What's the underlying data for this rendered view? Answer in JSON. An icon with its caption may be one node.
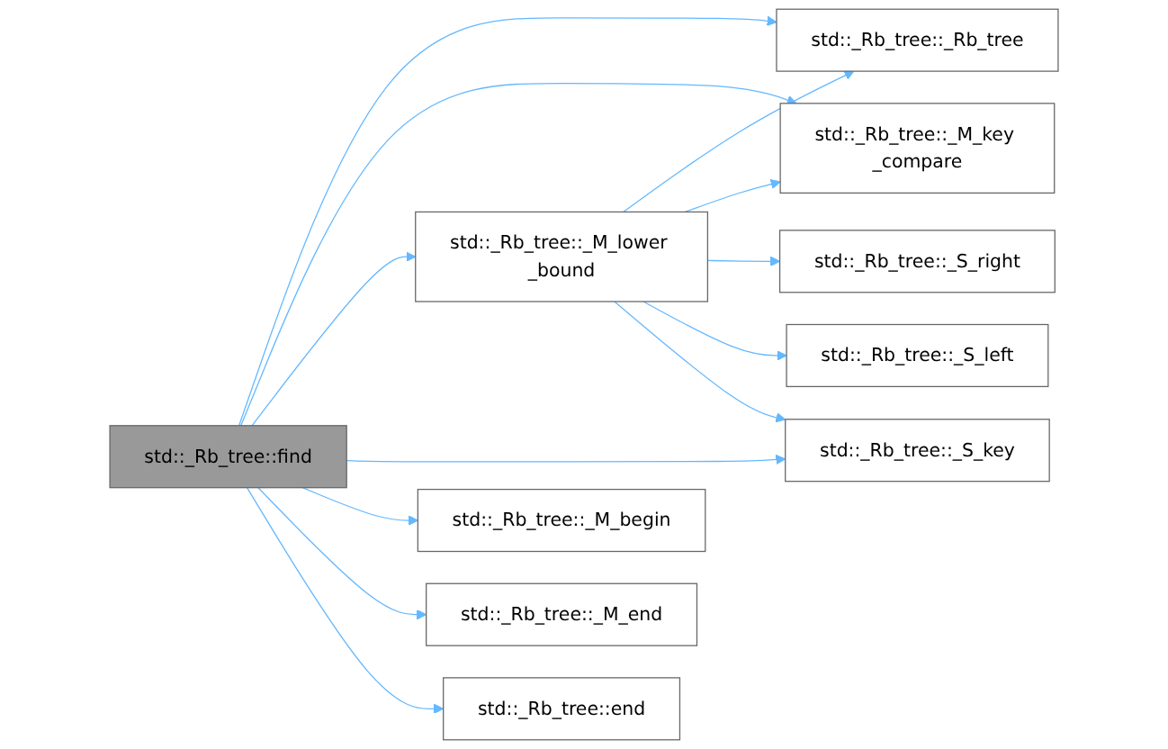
{
  "diagram": {
    "nodes": [
      {
        "text": [
          "std::_Rb_tree::find"
        ]
      },
      {
        "text": [
          "std::_Rb_tree::_M_lower _bound"
        ]
      },
      {
        "text": [
          "std::_Rb_tree::_Rb_tree"
        ]
      },
      {
        "text": [
          "std::_Rb_tree::_M_key _compare"
        ]
      },
      {
        "text": [
          "std::_Rb_tree::_S_right"
        ]
      },
      {
        "text": [
          "std::_Rb_tree::_S_left"
        ]
      },
      {
        "text": [
          "std::_Rb_tree::_S_key"
        ]
      },
      {
        "text": [
          "std::_Rb_tree::_M_begin"
        ]
      },
      {
        "text": [
          "std::_Rb_tree::_M_end"
        ]
      },
      {
        "text": [
          "std::_Rb_tree::end"
        ]
      }
    ],
    "edges": [
      {
        "from": 0,
        "to": 2,
        "arrow": "to"
      },
      {
        "from": 0,
        "to": 3,
        "arrow": "to"
      },
      {
        "from": 0,
        "to": 1,
        "arrow": "to"
      },
      {
        "from": 0,
        "to": 6,
        "arrow": "to"
      },
      {
        "from": 0,
        "to": 7,
        "arrow": "to"
      },
      {
        "from": 0,
        "to": 8,
        "arrow": "to"
      },
      {
        "from": 0,
        "to": 9,
        "arrow": "to"
      },
      {
        "from": 1,
        "to": 2,
        "arrow": "to"
      },
      {
        "from": 1,
        "to": 3,
        "arrow": "to"
      },
      {
        "from": 1,
        "to": 4,
        "arrow": "to"
      },
      {
        "from": 1,
        "to": 5,
        "arrow": "to"
      },
      {
        "from": 1,
        "to": 6,
        "arrow": "to"
      }
    ]
  }
}
